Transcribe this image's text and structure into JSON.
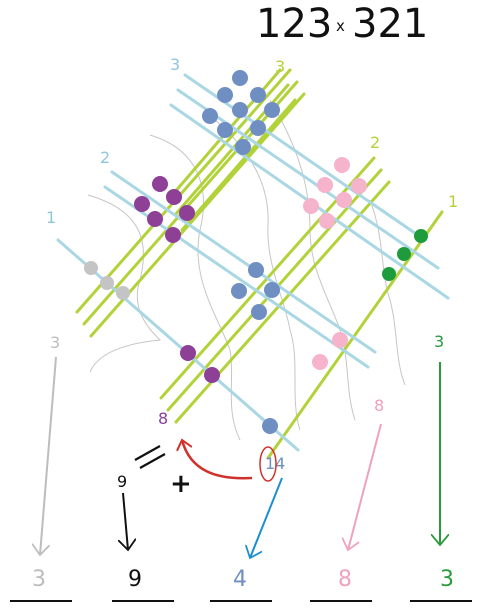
{
  "problem": {
    "left_operand": "123",
    "operator": "x",
    "right_operand": "321"
  },
  "line_labels": {
    "blue": [
      "3",
      "2",
      "1"
    ],
    "green": [
      "3",
      "2",
      "1"
    ]
  },
  "column_sums": {
    "col1": "3",
    "col2": "8",
    "col3": "14",
    "col4": "8",
    "col5": "3"
  },
  "carry": {
    "tens_digit": "1",
    "ones_digit": "4",
    "plus": "+",
    "equals": "=",
    "new_value": "9"
  },
  "result_digits": [
    "3",
    "9",
    "4",
    "8",
    "3"
  ],
  "colors": {
    "blue_line": "#a9d7e3",
    "green_line": "#b2d23a",
    "dot_blue": "#6f8fc2",
    "dot_purple": "#8e3f96",
    "dot_pink": "#f5b4cb",
    "dot_green": "#1e9c3c",
    "dot_gray": "#c4c4c4",
    "arrow_gray": "#bdbdbd",
    "arrow_black": "#111111",
    "arrow_blue": "#1c8fd0",
    "arrow_pink": "#f0a2bd",
    "arrow_green": "#2a9a3a",
    "arrow_red": "#d0312d"
  }
}
